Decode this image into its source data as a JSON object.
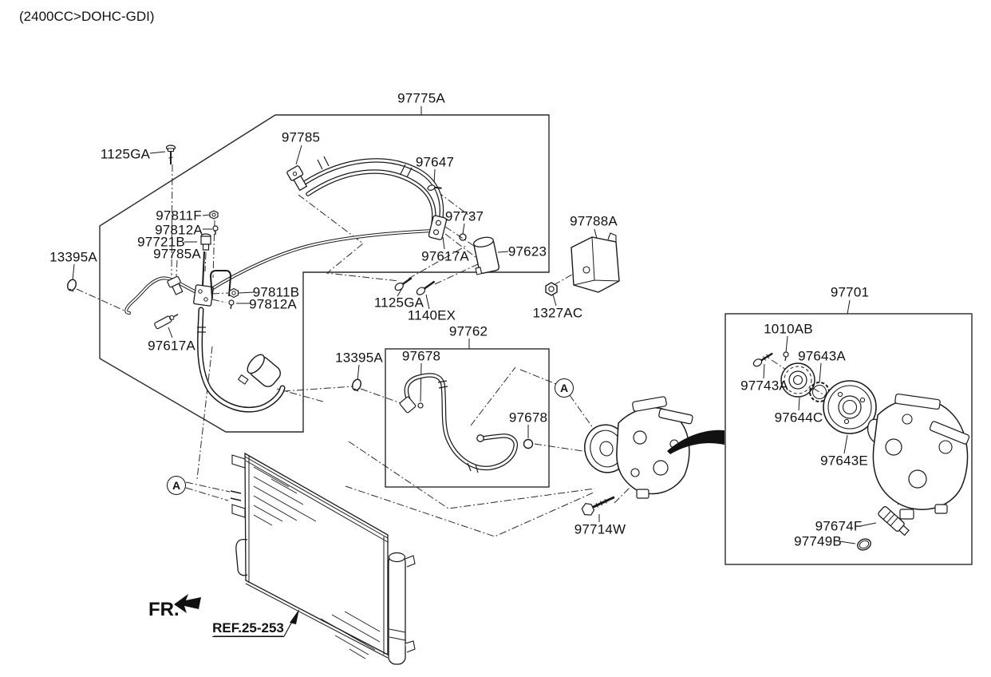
{
  "title": {
    "engine_spec": "(2400CC>DOHC-GDI)"
  },
  "markers": {
    "view_a": "A",
    "front": "FR.",
    "condenser_ref": "REF.25-253"
  },
  "assembly_labels": {
    "hose_assembly": "97775A",
    "suction_tube": "97762",
    "compressor_assembly": "97701"
  },
  "part_labels": {
    "bolt_1125ga_top": "1125GA",
    "connector_97785": "97785",
    "nut_97811f": "97811F",
    "screw_97812a_top": "97812A",
    "sensor_97721b": "97721B",
    "clip_97785a": "97785A",
    "clamp_13395a_left": "13395A",
    "bolt_97647": "97647",
    "oring_97737": "97737",
    "fitting_97617a_right": "97617A",
    "accumulator_97623": "97623",
    "cover_97788a": "97788A",
    "nut_97811b": "97811B",
    "screw_97812a_mid": "97812A",
    "fitting_97617a_left": "97617A",
    "bolt_1125ga_mid": "1125GA",
    "bolt_1140ex": "1140EX",
    "nut_1327ac": "1327AC",
    "clamp_13395a_mid": "13395A",
    "oring_97678_left": "97678",
    "oring_97678_right": "97678",
    "bolt_97714w": "97714W",
    "pin_1010ab": "1010AB",
    "ring_97643a": "97643A",
    "bolt_97743a": "97743A",
    "hub_97644c": "97644C",
    "pulley_97643e": "97643E",
    "valve_97674f": "97674F",
    "oring_97749b": "97749B"
  }
}
